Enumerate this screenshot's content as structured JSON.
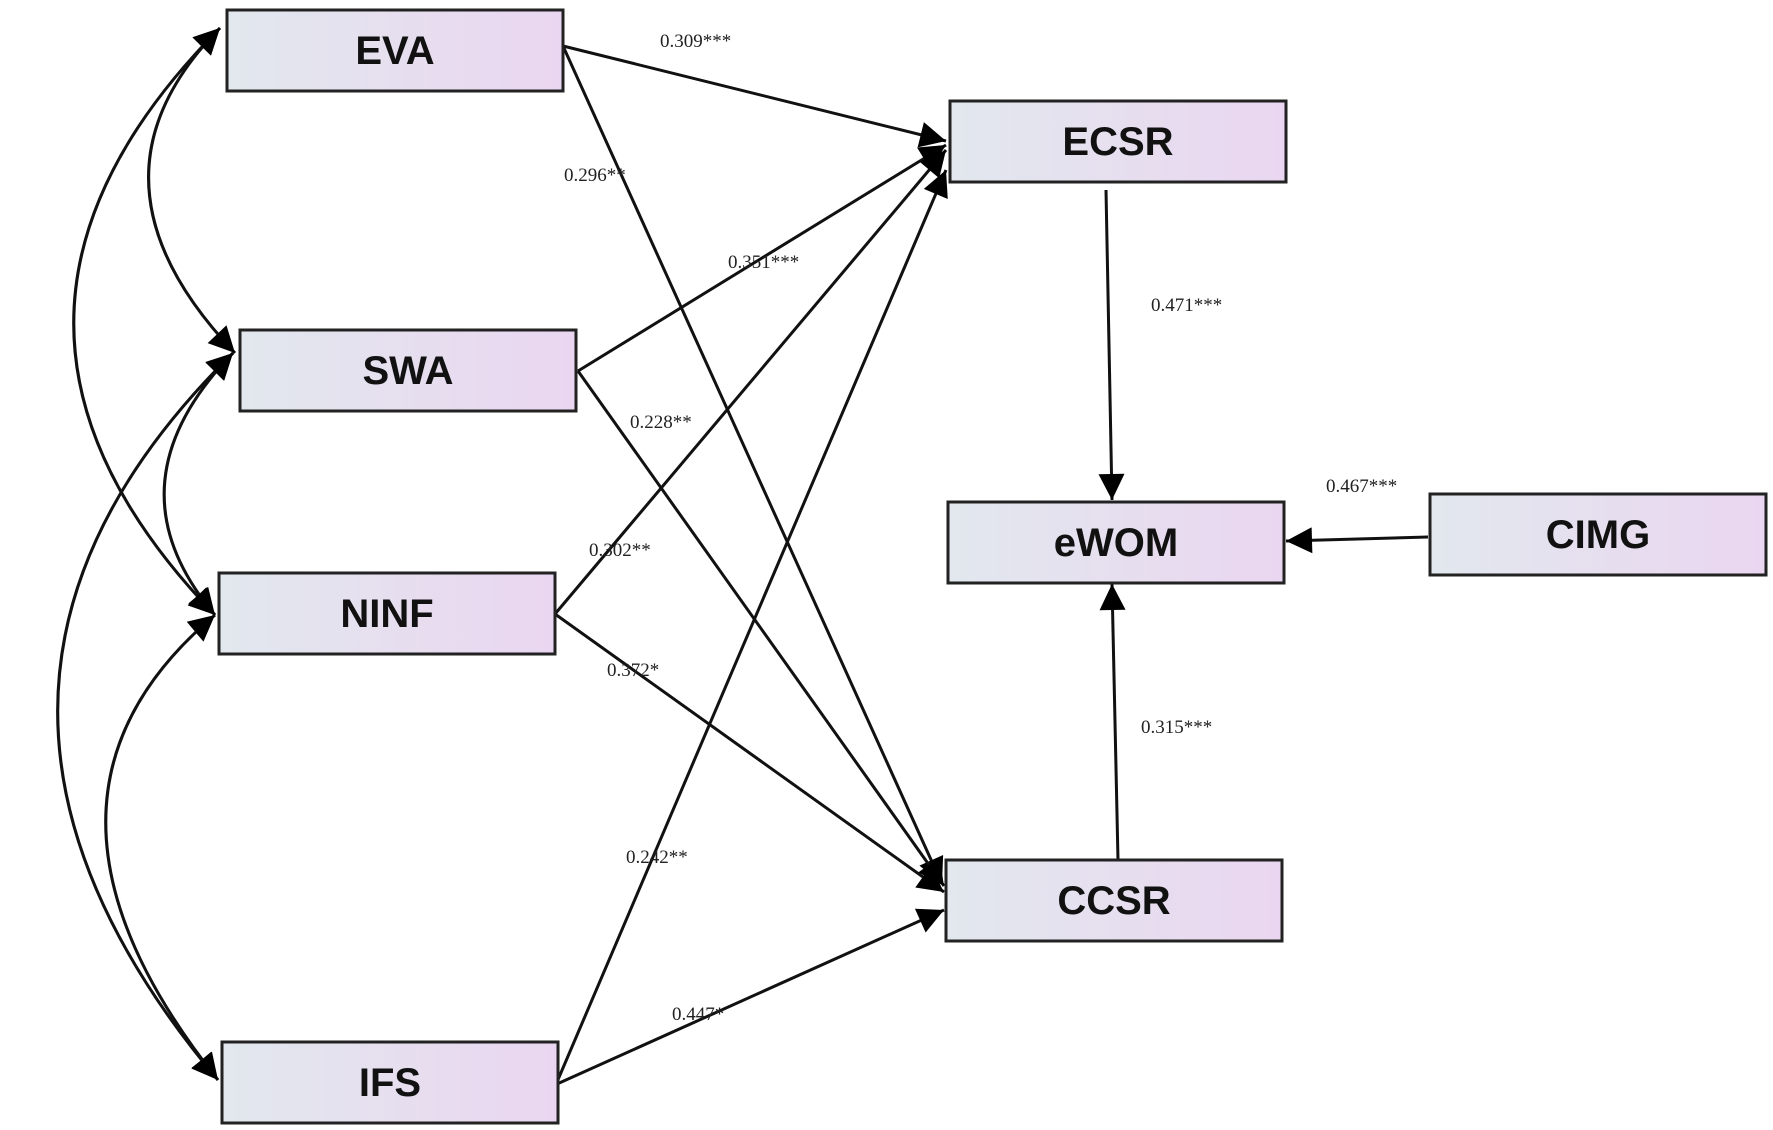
{
  "nodes": {
    "eva": "EVA",
    "swa": "SWA",
    "ninf": "NINF",
    "ifs": "IFS",
    "ecsr": "ECSR",
    "ewom": "eWOM",
    "ccsr": "CCSR",
    "cimg": "CIMG"
  },
  "paths": {
    "eva_ecsr": "0.309***",
    "eva_ccsr": "0.296**",
    "swa_ecsr": "0.351***",
    "swa_ccsr": "0.228**",
    "ninf_ecsr": "0.302**",
    "ninf_ccsr": "0.372*",
    "ifs_ecsr": "0.242**",
    "ifs_ccsr": "0.447*",
    "ecsr_ewom": "0.471***",
    "cimg_ewom": "0.467***",
    "ccsr_ewom": "0.315***"
  },
  "colors": {
    "box_gradient_start": "#e2e8ee",
    "box_gradient_end": "#ead6f0",
    "stroke": "#222222"
  }
}
